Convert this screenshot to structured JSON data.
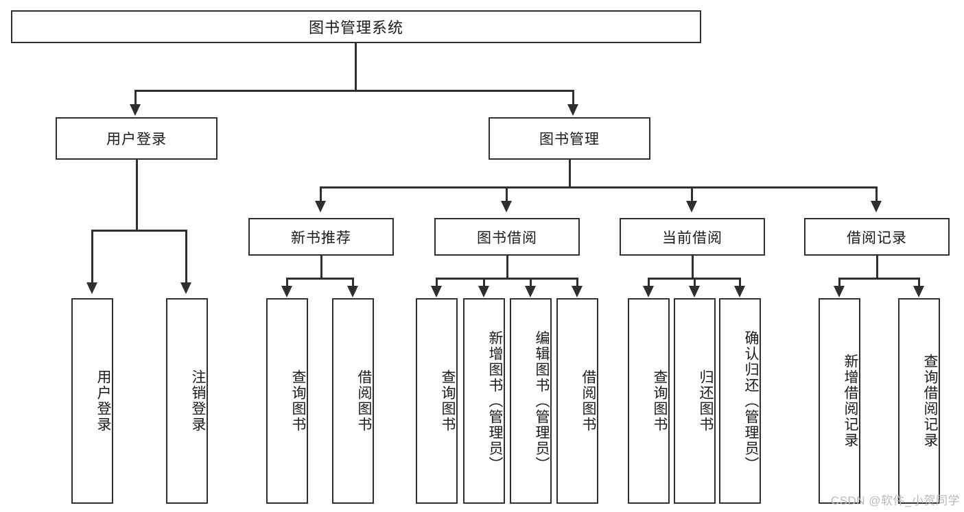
{
  "diagram": {
    "type": "tree",
    "title": "图书管理系统",
    "root": {
      "label": "图书管理系统"
    },
    "level2": [
      {
        "label": "用户登录"
      },
      {
        "label": "图书管理"
      }
    ],
    "level3": [
      {
        "label": "新书推荐"
      },
      {
        "label": "图书借阅"
      },
      {
        "label": "当前借阅"
      },
      {
        "label": "借阅记录"
      }
    ],
    "leaves": {
      "user_login": [
        {
          "label": "用户登录"
        },
        {
          "label": "注销登录"
        }
      ],
      "new_book_recommend": [
        {
          "label": "查询图书"
        },
        {
          "label": "借阅图书"
        }
      ],
      "book_borrow": [
        {
          "label": "查询图书"
        },
        {
          "label": "新增图书（管理员）"
        },
        {
          "label": "编辑图书（管理员）"
        },
        {
          "label": "借阅图书"
        }
      ],
      "current_borrow": [
        {
          "label": "查询图书"
        },
        {
          "label": "归还图书"
        },
        {
          "label": "确认归还（管理员）"
        }
      ],
      "borrow_record": [
        {
          "label": "新增借阅记录"
        },
        {
          "label": "查询借阅记录"
        }
      ]
    }
  },
  "watermark": {
    "text": "CSDN @软件_小贺同学"
  },
  "colors": {
    "line": "#2f2f2f",
    "text": "#1a1a1a",
    "background": "#ffffff",
    "watermark": "#b9b9b9"
  }
}
